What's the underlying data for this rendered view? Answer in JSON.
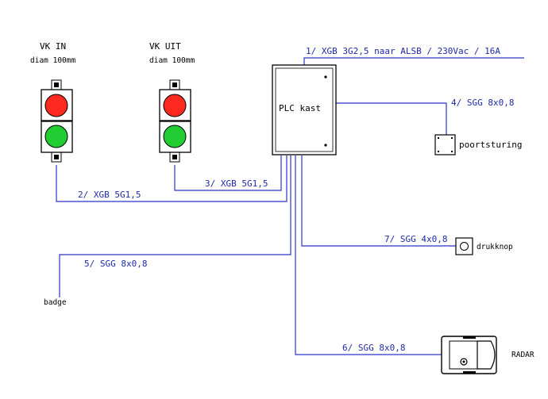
{
  "lights": [
    {
      "title": "VK IN",
      "diam": "diam 100mm"
    },
    {
      "title": "VK UIT",
      "diam": "diam 100mm"
    }
  ],
  "plc": {
    "label": "PLC kast"
  },
  "devices": {
    "poortsturing": "poortsturing",
    "drukknop": "drukknop",
    "badge": "badge",
    "radar": "RADAR"
  },
  "cables": {
    "c1": "1/ XGB 3G2,5 naar ALSB / 230Vac / 16A",
    "c2": "2/ XGB 5G1,5",
    "c3": "3/ XGB 5G1,5",
    "c4": "4/ SGG 8x0,8",
    "c5": "5/ SGG 8x0,8",
    "c6": "6/ SGG 8x0,8",
    "c7": "7/ SGG 4x0,8"
  },
  "colors": {
    "wire": "#2b35c8",
    "red_lamp": "#ff2a1f",
    "green_lamp": "#22cc33"
  }
}
